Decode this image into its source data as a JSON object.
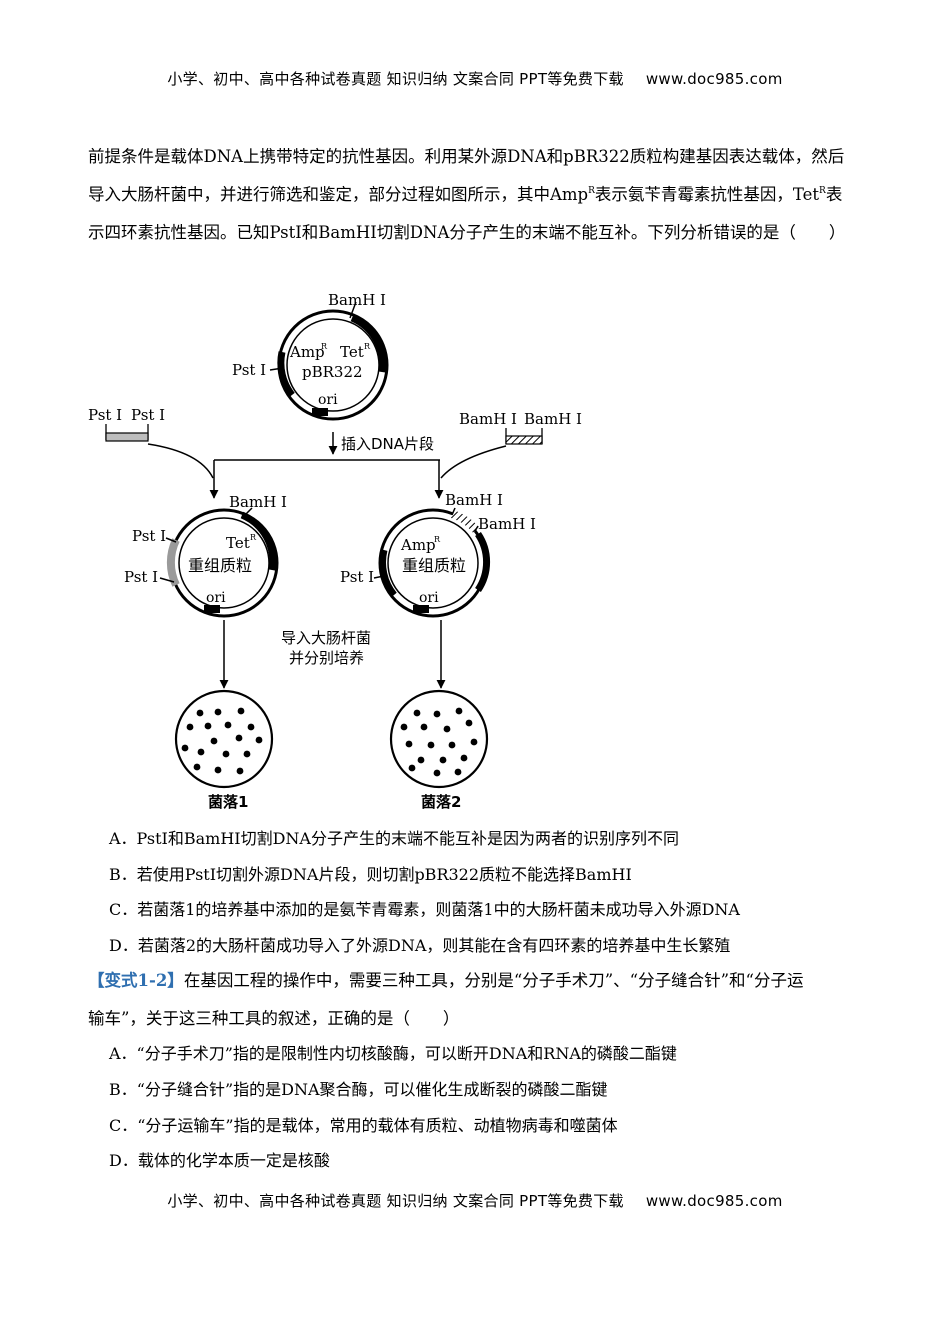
{
  "header": {
    "text": "小学、初中、高中各种试卷真题 知识归纳 文案合同 PPT等免费下载",
    "url": "www.doc985.com"
  },
  "footer": {
    "text": "小学、初中、高中各种试卷真题 知识归纳 文案合同 PPT等免费下载",
    "url": "www.doc985.com"
  },
  "question1": {
    "intro_a": "前提条件是载体DNA上携带特定的抗性基因。利用某外源DNA和pBR322质粒构建基因表达载体，然后导入大肠杆菌中，并进行筛选和鉴定，部分过程如图所示，其中Amp",
    "sup1": "R",
    "intro_b": "表示氨苄青霉素抗性基因，Tet",
    "sup2": "R",
    "intro_c": "表示四环素抗性基因。已知PstI和BamHI切割DNA分子产生的末端不能互补。下列分析错误的是（　　）",
    "options": {
      "A": "A．PstI和BamHI切割DNA分子产生的末端不能互补是因为两者的识别序列不同",
      "B": "B．若使用PstI切割外源DNA片段，则切割pBR322质粒不能选择BamHI",
      "C": "C．若菌落1的培养基中添加的是氨苄青霉素，则菌落1中的大肠杆菌未成功导入外源DNA",
      "D": "D．若菌落2的大肠杆菌成功导入了外源DNA，则其能在含有四环素的培养基中生长繁殖"
    }
  },
  "question2": {
    "tag": "【变式1-2】",
    "stem_line1": "在基因工程的操作中，需要三种工具，分别是“分子手术刀”、“分子缝合针”和“分子运",
    "stem_line2": "输车”，关于这三种工具的叙述，正确的是（　　）",
    "options": {
      "A": "A．“分子手术刀”指的是限制性内切核酸酶，可以断开DNA和RNA的磷酸二酯键",
      "B": "B．“分子缝合针”指的是DNA聚合酶，可以催化生成断裂的磷酸二酯键",
      "C": "C．“分子运输车”指的是载体，常用的载体有质粒、动植物病毒和噬菌体",
      "D": "D．载体的化学本质一定是核酸"
    }
  },
  "diagram": {
    "top_plasmid": {
      "bamh": "BamH Ⅰ",
      "pst": "Pst Ⅰ",
      "amp": "Amp",
      "tet": "Tet",
      "sup": "R",
      "name": "pBR322",
      "ori": "ori"
    },
    "left_fragment": {
      "label1": "Pst Ⅰ",
      "label2": "Pst Ⅰ"
    },
    "right_fragment": {
      "label1": "BamH Ⅰ",
      "label2": "BamH Ⅰ"
    },
    "insert_label": "插入DNA片段",
    "left_plasmid": {
      "bamh": "BamH Ⅰ",
      "pst1": "Pst Ⅰ",
      "pst2": "Pst Ⅰ",
      "tet": "Tet",
      "sup": "R",
      "name": "重组质粒",
      "ori": "ori"
    },
    "right_plasmid": {
      "bamh1": "BamH Ⅰ",
      "bamh2": "BamH Ⅰ",
      "pst": "Pst Ⅰ",
      "amp": "Amp",
      "sup": "R",
      "name": "重组质粒",
      "ori": "ori"
    },
    "culture_line1": "导入大肠杆菌",
    "culture_line2": "并分别培养",
    "colony1": "菌落1",
    "colony2": "菌落2"
  }
}
